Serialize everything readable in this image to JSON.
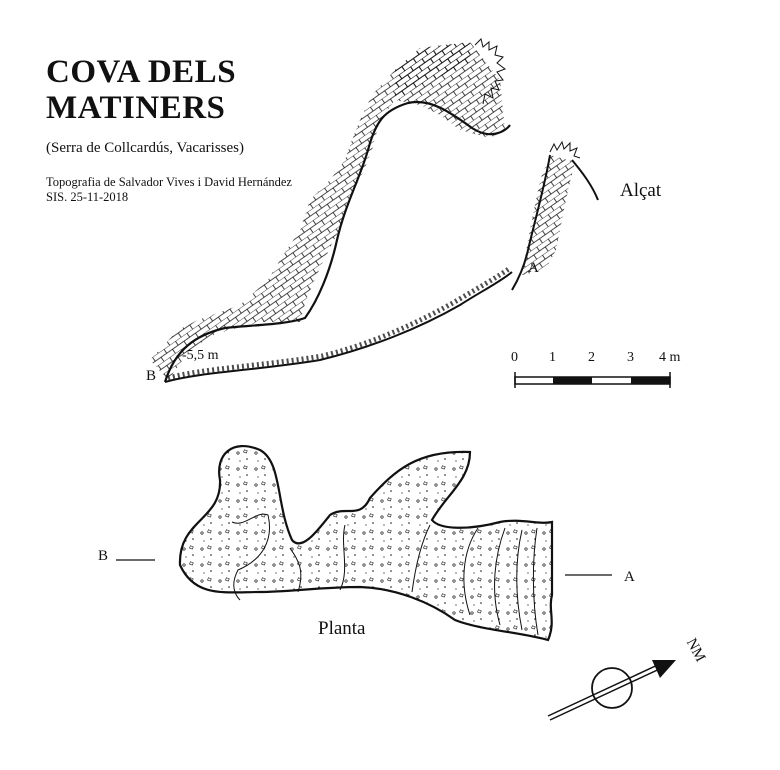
{
  "header": {
    "title_line1": "COVA DELS",
    "title_line2": "MATINERS",
    "subtitle": "(Serra de Collcardús, Vacarisses)",
    "credits": "Topografia de Salvador Vives i David Hernández",
    "date": "SIS.   25-11-2018"
  },
  "elevation": {
    "label": "Alçat",
    "point_a": "A",
    "point_b": "B",
    "depth": "-5,5 m"
  },
  "plan": {
    "label": "Planta",
    "point_a": "A",
    "point_b": "B"
  },
  "scale": {
    "ticks": [
      "0",
      "1",
      "2",
      "3",
      "4 m"
    ]
  },
  "north": {
    "label": "NM"
  },
  "colors": {
    "ink": "#111111",
    "paper": "#ffffff"
  }
}
